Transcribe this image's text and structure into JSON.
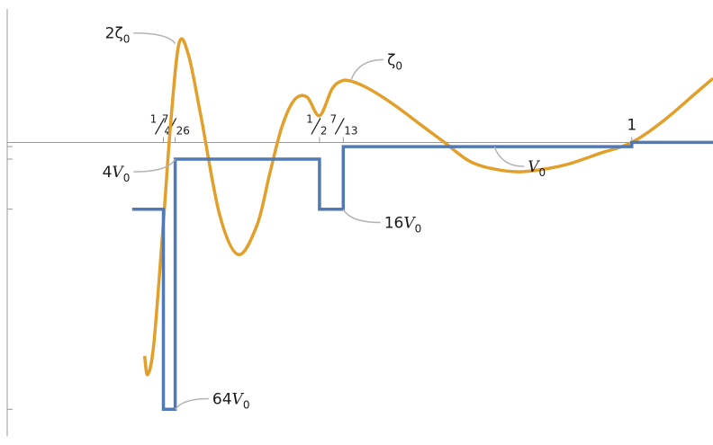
{
  "chart_data": {
    "type": "line",
    "title": "",
    "xlabel": "",
    "ylabel": "",
    "grid": false,
    "legend": "none",
    "xlim": [
      0.0,
      1.13
    ],
    "ylim": [
      -1.1,
      0.5
    ],
    "x_ticks": [
      {
        "value": 0.25,
        "num": "1",
        "den": "4"
      },
      {
        "value": 0.269,
        "num": "7",
        "den": "26"
      },
      {
        "value": 0.5,
        "num": "1",
        "den": "2"
      },
      {
        "value": 0.538,
        "num": "7",
        "den": "13"
      },
      {
        "value": 1.0,
        "num": "1",
        "den": ""
      }
    ],
    "series": [
      {
        "color": "#e29f2a",
        "kind": "smooth",
        "x": [
          0.22,
          0.225,
          0.235,
          0.25,
          0.262,
          0.275,
          0.29,
          0.31,
          0.34,
          0.37,
          0.4,
          0.42,
          0.44,
          0.46,
          0.48,
          0.5,
          0.52,
          0.535,
          0.55,
          0.58,
          0.62,
          0.66,
          0.7,
          0.74,
          0.78,
          0.82,
          0.86,
          0.9,
          0.95,
          1.0,
          1.05,
          1.1,
          1.13
        ],
        "y": [
          -0.8,
          -0.87,
          -0.75,
          -0.3,
          0.08,
          0.37,
          0.33,
          0.1,
          -0.27,
          -0.42,
          -0.31,
          -0.12,
          0.06,
          0.16,
          0.17,
          0.1,
          0.2,
          0.23,
          0.23,
          0.2,
          0.14,
          0.07,
          0.0,
          -0.07,
          -0.1,
          -0.11,
          -0.1,
          -0.08,
          -0.04,
          0.0,
          0.08,
          0.18,
          0.24
        ]
      },
      {
        "color": "#5079b5",
        "kind": "step",
        "points": [
          [
            0.2,
            -0.25
          ],
          [
            0.25,
            -0.25
          ],
          [
            0.25,
            -1.0
          ],
          [
            0.269,
            -1.0
          ],
          [
            0.269,
            -0.0625
          ],
          [
            0.5,
            -0.0625
          ],
          [
            0.5,
            -0.25
          ],
          [
            0.538,
            -0.25
          ],
          [
            0.538,
            -0.0156
          ],
          [
            1.0,
            -0.0156
          ],
          [
            1.0,
            0.0
          ],
          [
            1.13,
            0.0
          ]
        ]
      }
    ],
    "annotations": [
      {
        "base": "2ζ",
        "sub": "0",
        "at": [
          0.269,
          0.37
        ],
        "text_at": [
          0.185,
          0.41
        ]
      },
      {
        "base": "ζ",
        "sub": "0",
        "at": [
          0.55,
          0.23
        ],
        "text_at": [
          0.62,
          0.31
        ]
      },
      {
        "base": "4",
        "var": "V",
        "sub": "0",
        "at": [
          0.269,
          -0.0625
        ],
        "text_at": [
          0.185,
          -0.11
        ]
      },
      {
        "base": "",
        "var": "V",
        "sub": "0",
        "at": [
          0.78,
          -0.0156
        ],
        "text_at": [
          0.845,
          -0.09
        ]
      },
      {
        "base": "16",
        "var": "V",
        "sub": "0",
        "at": [
          0.538,
          -0.25
        ],
        "text_at": [
          0.615,
          -0.3
        ]
      },
      {
        "base": "64",
        "var": "V",
        "sub": "0",
        "at": [
          0.269,
          -1.0
        ],
        "text_at": [
          0.34,
          -0.96
        ]
      }
    ]
  }
}
